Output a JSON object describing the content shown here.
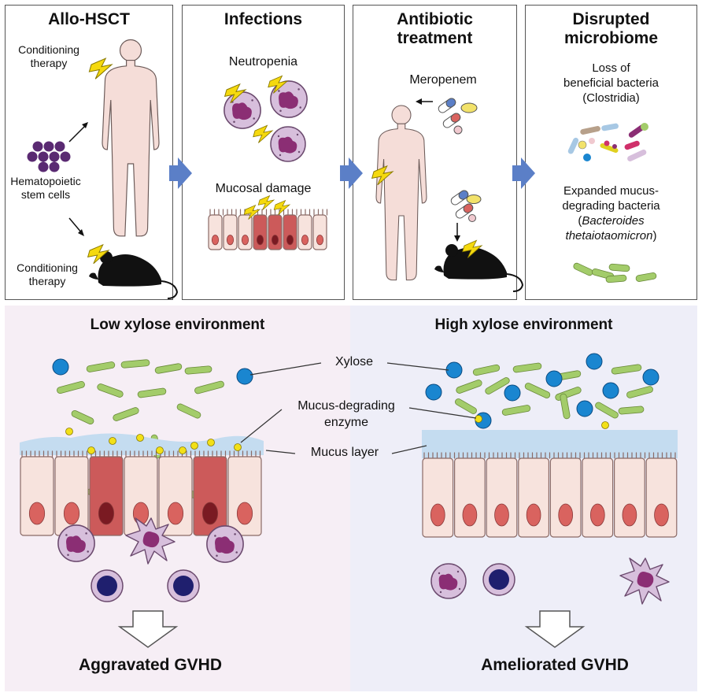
{
  "top_panels": {
    "allo": {
      "title": "Allo-HSCT",
      "conditioning_top": [
        "Conditioning",
        "therapy"
      ],
      "stem_cells": [
        "Hematopoietic",
        "stem cells"
      ],
      "conditioning_bottom": [
        "Conditioning",
        "therapy"
      ]
    },
    "infections": {
      "title": "Infections",
      "neutropenia": "Neutropenia",
      "mucosal_damage": "Mucosal damage"
    },
    "antibiotic": {
      "title_lines": [
        "Antibiotic",
        "treatment"
      ],
      "drug": "Meropenem"
    },
    "microbiome": {
      "title_lines": [
        "Disrupted",
        "microbiome"
      ],
      "loss_lines": [
        "Loss of",
        "beneficial bacteria",
        "(Clostridia)"
      ],
      "expanded_lines": [
        "Expanded mucus-",
        "degrading bacteria"
      ],
      "species_lines": [
        "Bacteroides",
        "thetaiotaomicron"
      ],
      "paren_open": "(",
      "paren_close": ")"
    }
  },
  "bottom": {
    "left_title": "Low xylose environment",
    "right_title": "High xylose environment",
    "labels": {
      "xylose": "Xylose",
      "enzyme_lines": [
        "Mucus-degrading",
        "enzyme"
      ],
      "mucus": "Mucus layer"
    },
    "left_result": "Aggravated GVHD",
    "right_result": "Ameliorated GVHD"
  },
  "colors": {
    "left_bg": "#f6eef5",
    "right_bg": "#eeeef8",
    "arrow_blue": "#5b7fc7",
    "xylose_blue": "#1a86d0",
    "bacteria_green": "#a3cc6a",
    "mucus_blue": "#c4dcf0",
    "cell_pink": "#f7e3dd",
    "nucleus_red": "#d9635f",
    "damaged_cell": "#cc5a5a",
    "neutrophil": "#d7bfdc",
    "nucleus_purple": "#8b2e74",
    "lymph_dark": "#1f1f6e",
    "enzyme_yellow": "#f2e018",
    "body_pink": "#f5ddd8",
    "mouse_black": "#111111",
    "bolt_yellow": "#f5d90e"
  }
}
